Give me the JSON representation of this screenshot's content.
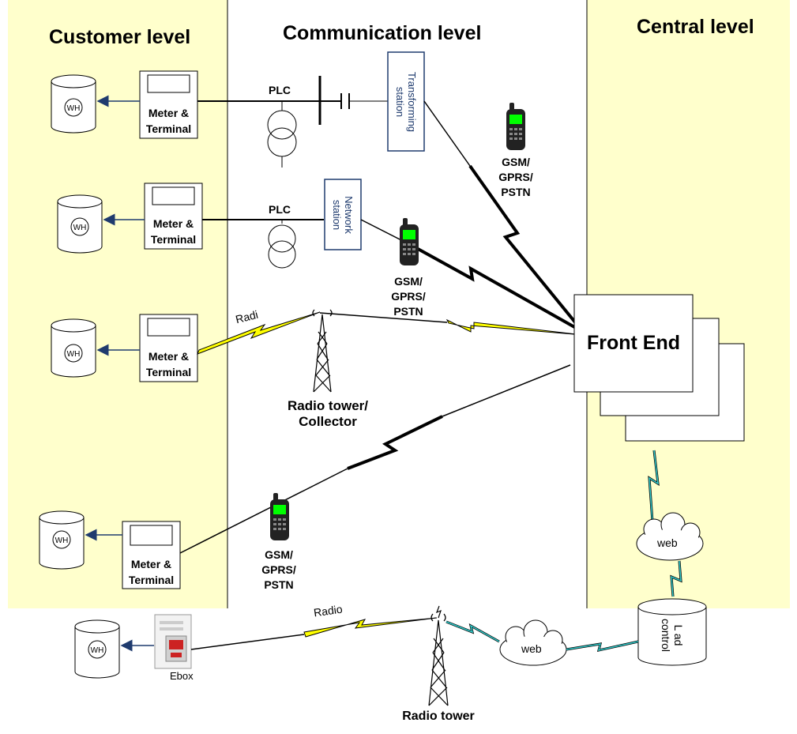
{
  "levels": {
    "customer": "Customer level",
    "communication": "Communication level",
    "central": "Central level"
  },
  "meters": [
    {
      "label": "Meter &\nTerminal"
    },
    {
      "label": "Meter &\nTerminal"
    },
    {
      "label": "Meter &\nTerminal"
    },
    {
      "label": "Meter &\nTerminal"
    }
  ],
  "wh_label": "WH",
  "plc_label": "PLC",
  "transforming_station": "Transforming\nstation",
  "network_station": "Network\nstation",
  "gsm_label": "GSM/\nGPRS/\nPSTN",
  "radio_partial": "Radi",
  "radio_label": "Radio",
  "radio_tower_collector": "Radio tower/\nCollector",
  "radio_tower": "Radio tower",
  "front_end": "Front End",
  "web_label": "web",
  "load_control": "L   ad\ncontrol",
  "ebox": "Ebox",
  "colors": {
    "band": "#ffffcc",
    "arrow": "#1f3b6e",
    "lightning_yellow": "#ffff00",
    "lightning_cyan": "#33cccc",
    "phone_screen": "#00ff00"
  }
}
